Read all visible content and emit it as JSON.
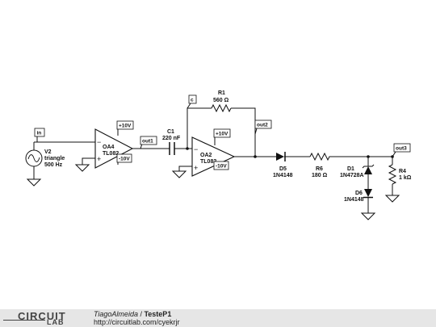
{
  "circuit": {
    "source": {
      "ref": "V2",
      "type": "triangle",
      "freq": "500 Hz"
    },
    "opamp1": {
      "ref": "OA4",
      "part": "TL082",
      "vpos": "+10V",
      "vneg": "-10V"
    },
    "cap": {
      "ref": "C1",
      "value": "220 nF"
    },
    "opamp2": {
      "ref": "OA2",
      "part": "TL082",
      "vpos": "+10V",
      "vneg": "-10V"
    },
    "r1": {
      "ref": "R1",
      "value": "560 Ω"
    },
    "d5": {
      "ref": "D5",
      "part": "1N4148"
    },
    "r6": {
      "ref": "R6",
      "value": "180 Ω"
    },
    "d1": {
      "ref": "D1",
      "part": "1N4728A"
    },
    "d6": {
      "ref": "D6",
      "part": "1N4148"
    },
    "r4": {
      "ref": "R4",
      "value": "1 kΩ"
    },
    "nodes": {
      "in": "in",
      "out1": "out1",
      "c": "c",
      "out2": "out2",
      "out3": "out3"
    },
    "signs": {
      "minus": "−",
      "plus": "+"
    }
  },
  "footer": {
    "logo_top": "CIRCUIT",
    "logo_bottom": "LAB",
    "author": "TiagoAlmeida",
    "separator": " / ",
    "title": "TesteP1",
    "url": "http://circuitlab.com/cyekrjr"
  }
}
